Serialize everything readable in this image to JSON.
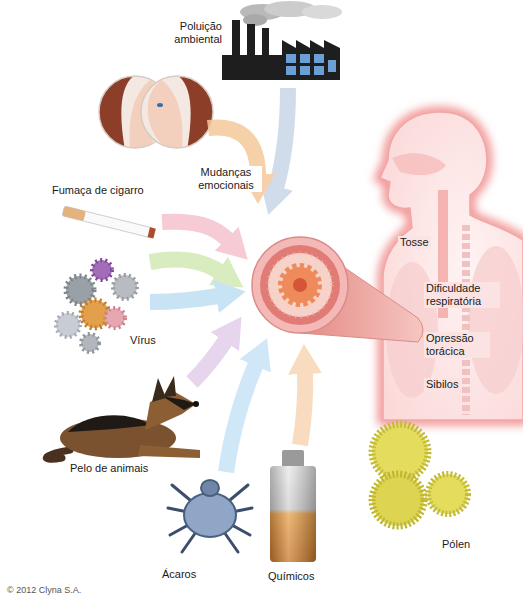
{
  "diagram": {
    "labels": [
      "Poluição ambiental",
      "Mudanças emocionais",
      "Fumaça de cigarro",
      "Vírus",
      "Pelo de animais",
      "Ácaros",
      "Químicos",
      "Pólen",
      "Tosse",
      "Dificuldade respiratória",
      "Opressão torácica",
      "Sibilos",
      "© 2012 Clyna S.A."
    ]
  }
}
